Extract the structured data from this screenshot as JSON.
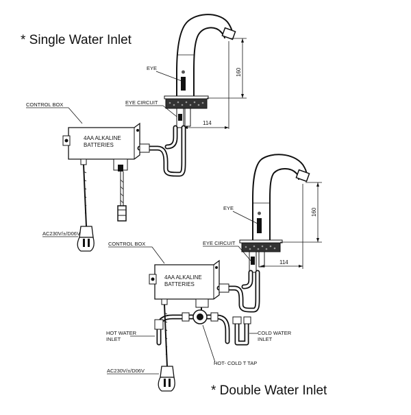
{
  "single": {
    "heading": "* Single Water Inlet",
    "labels": {
      "eye": "EYE",
      "control_box": "CONTROL BOX",
      "eye_circuit": "EYE CIRCUIT",
      "batteries_line1": "4AA ALKALINE",
      "batteries_line2": "BATTERIES",
      "power": "AC230V/±/D06V"
    },
    "dimensions": {
      "height": "160",
      "reach": "114"
    }
  },
  "double": {
    "heading": "* Double Water Inlet",
    "labels": {
      "eye": "EYE",
      "control_box": "CONTROL BOX",
      "eye_circuit": "EYE CIRCUIT",
      "batteries_line1": "4AA ALKALINE",
      "batteries_line2": "BATTERIES",
      "hot_water_line1": "HOT WATER",
      "hot_water_line2": "INLET",
      "cold_water_line1": "COLD WATER",
      "cold_water_line2": "INLET",
      "tap": "HOT- COLD T TAP",
      "power": "AC230V/±/D06V"
    },
    "dimensions": {
      "height": "160",
      "reach": "114"
    }
  }
}
